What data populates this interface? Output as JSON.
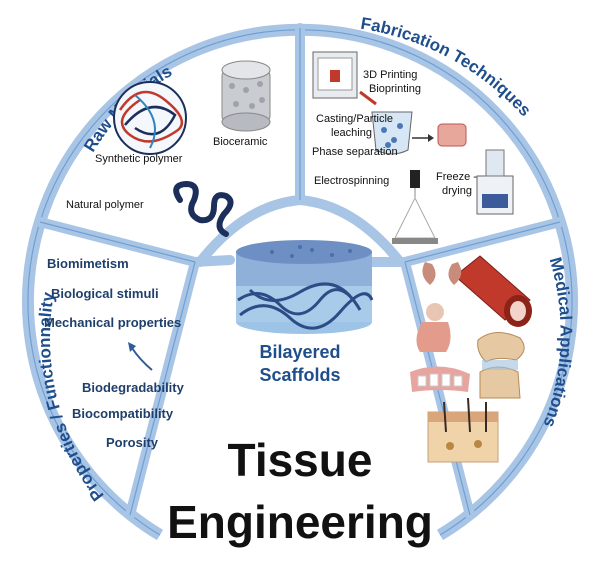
{
  "sections": {
    "raw_materials": {
      "title": "Raw Materials",
      "items": [
        "Synthetic polymer",
        "Bioceramic",
        "Natural polymer"
      ]
    },
    "fabrication": {
      "title": "Fabrication Techniques",
      "items": [
        "3D Printing",
        "Bioprinting",
        "Casting/Particle",
        "leaching",
        "Phase separation",
        "Electrospinning",
        "Freeze -",
        "drying"
      ]
    },
    "properties": {
      "title": "Properties / Functionnality",
      "items": [
        "Biomimetism",
        "Biological stimuli",
        "Mechanical properties",
        "Biodegradability",
        "Biocompatibility",
        "Porosity"
      ]
    },
    "medical": {
      "title": "Medical Applications"
    }
  },
  "center": {
    "line1": "Bilayered",
    "line2": "Scaffolds"
  },
  "main_title": {
    "line1": "Tissue",
    "line2": "Engineering"
  },
  "colors": {
    "ring": "#a9c5e6",
    "ring_stroke": "#6f9fd3",
    "title_blue": "#1f4e8c",
    "prop_text": "#1f3f6b"
  }
}
